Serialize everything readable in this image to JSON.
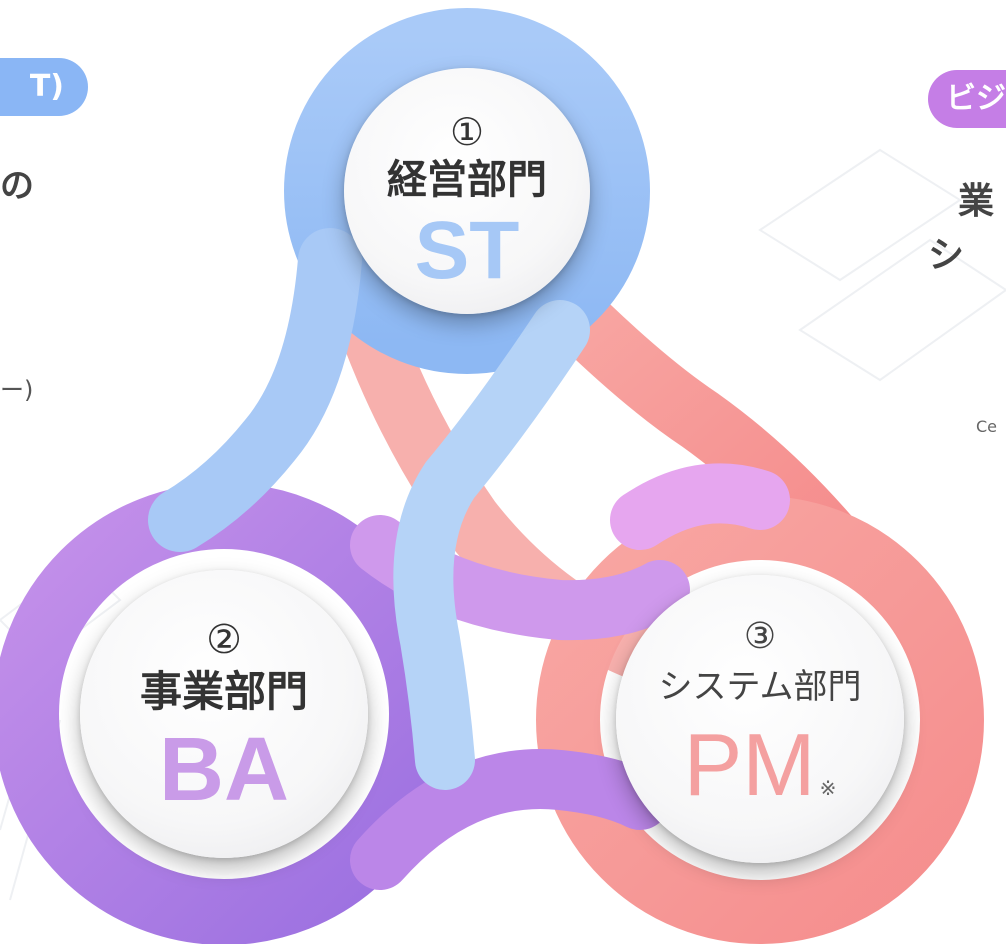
{
  "left_panel": {
    "pill_text": "T)",
    "heading": "の",
    "sub_text": "ー)"
  },
  "right_panel": {
    "pill_text": "ビジ",
    "heading_line1": "業",
    "heading_line2": "シ",
    "note": "Ce"
  },
  "diagram": {
    "circles": [
      {
        "number": "①",
        "department": "経営部門",
        "abbr": "ST",
        "color": "#a6c8f6"
      },
      {
        "number": "②",
        "department": "事業部門",
        "abbr": "BA",
        "color": "#c99be8"
      },
      {
        "number": "③",
        "department": "システム部門",
        "abbr": "PM",
        "mark": "※",
        "color": "#f4a0a0"
      }
    ],
    "ring_colors": {
      "st": "#9dc3f7",
      "ba": "#b07ce6",
      "pm": "#f79a9a"
    }
  }
}
